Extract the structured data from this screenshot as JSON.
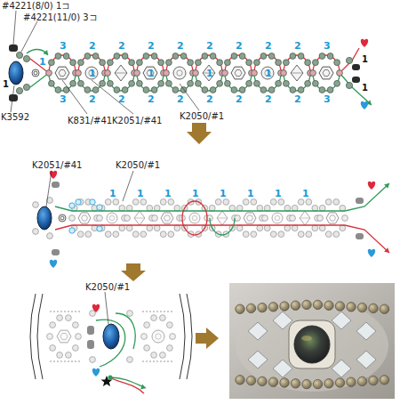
{
  "diagram": {
    "labels": [
      "#4221(8/0) 1コ",
      "#4221(11/0) 3コ",
      "K3592",
      "K831/#41",
      "K2051/#41",
      "K2050/#1",
      "3",
      "2",
      "2",
      "2",
      "2",
      "2",
      "2",
      "2",
      "2",
      "3",
      "1",
      "1",
      "1",
      "1",
      "1",
      "3",
      "2",
      "2",
      "2",
      "2",
      "2",
      "2",
      "2",
      "2",
      "3",
      "1",
      "1",
      "1",
      "K2051/#41",
      "K2050/#1",
      "1",
      "1",
      "1",
      "1",
      "1",
      "1",
      "1",
      "1",
      "K2050/#1"
    ]
  }
}
